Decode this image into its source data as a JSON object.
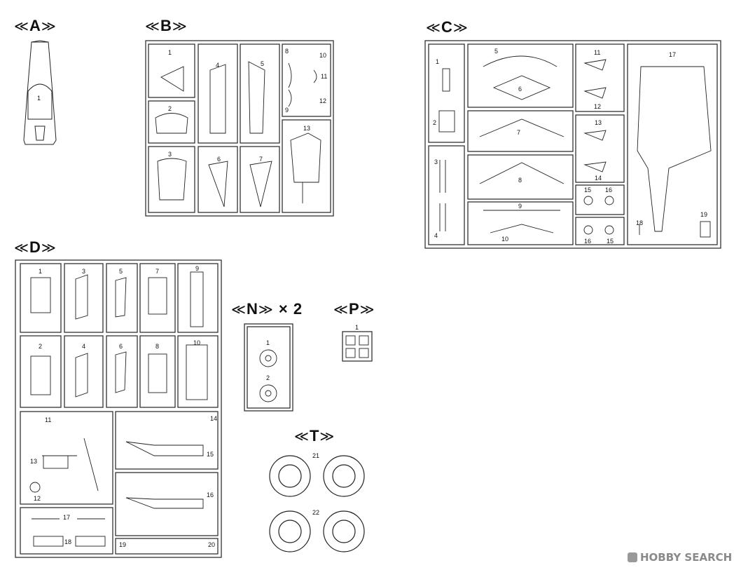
{
  "sprues": {
    "a": {
      "title": "A",
      "parts": [
        "1"
      ]
    },
    "b": {
      "title": "B",
      "parts": [
        "1",
        "2",
        "3",
        "4",
        "5",
        "6",
        "7",
        "8",
        "9",
        "10",
        "11",
        "12",
        "13"
      ]
    },
    "c": {
      "title": "C",
      "parts": [
        "1",
        "2",
        "3",
        "4",
        "5",
        "6",
        "7",
        "8",
        "9",
        "10",
        "11",
        "12",
        "13",
        "14",
        "15",
        "16",
        "16",
        "15",
        "17",
        "18",
        "19"
      ]
    },
    "d": {
      "title": "D",
      "parts": [
        "1",
        "2",
        "3",
        "4",
        "5",
        "6",
        "7",
        "8",
        "9",
        "10",
        "11",
        "12",
        "13",
        "14",
        "15",
        "16",
        "17",
        "18",
        "19",
        "20"
      ]
    },
    "n": {
      "title": "N",
      "multiplier": "× 2",
      "parts": [
        "1",
        "2"
      ]
    },
    "p": {
      "title": "P",
      "parts": [
        "1"
      ]
    },
    "t": {
      "title": "T",
      "parts": [
        "21",
        "22"
      ]
    }
  },
  "brackets": {
    "open": "≪",
    "close": "≫"
  },
  "watermark": {
    "text": "HOBBY SEARCH"
  }
}
